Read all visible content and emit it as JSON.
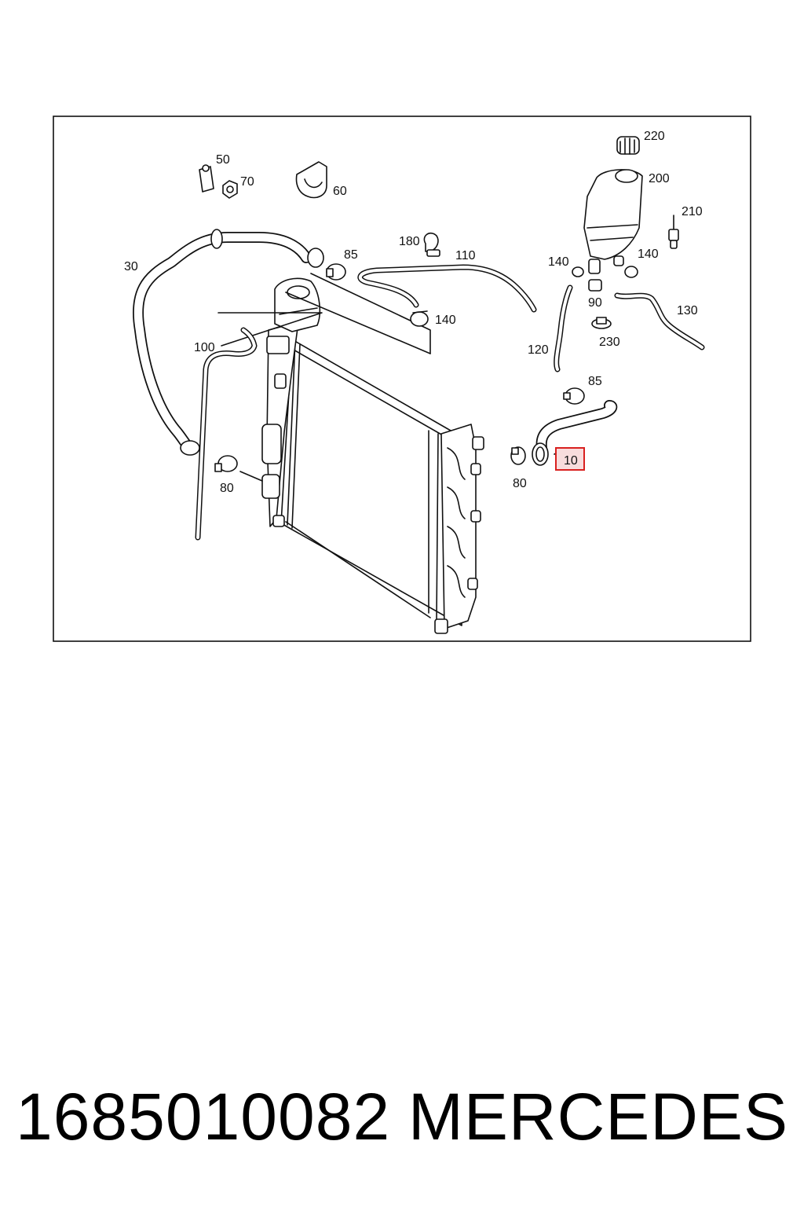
{
  "diagram": {
    "callouts": {
      "p10": "10",
      "p30": "30",
      "p50": "50",
      "p60": "60",
      "p70": "70",
      "p80a": "80",
      "p80b": "80",
      "p85a": "85",
      "p85b": "85",
      "p90": "90",
      "p100": "100",
      "p110": "110",
      "p120": "120",
      "p130": "130",
      "p140a": "140",
      "p140b": "140",
      "p140c": "140",
      "p180": "180",
      "p200": "200",
      "p210": "210",
      "p220": "220",
      "p230": "230"
    },
    "highlight_color": "#d9201f",
    "highlight_fill": "#f8dcdc"
  },
  "footer": {
    "part_number": "1685010082",
    "brand": "MERCEDES"
  }
}
